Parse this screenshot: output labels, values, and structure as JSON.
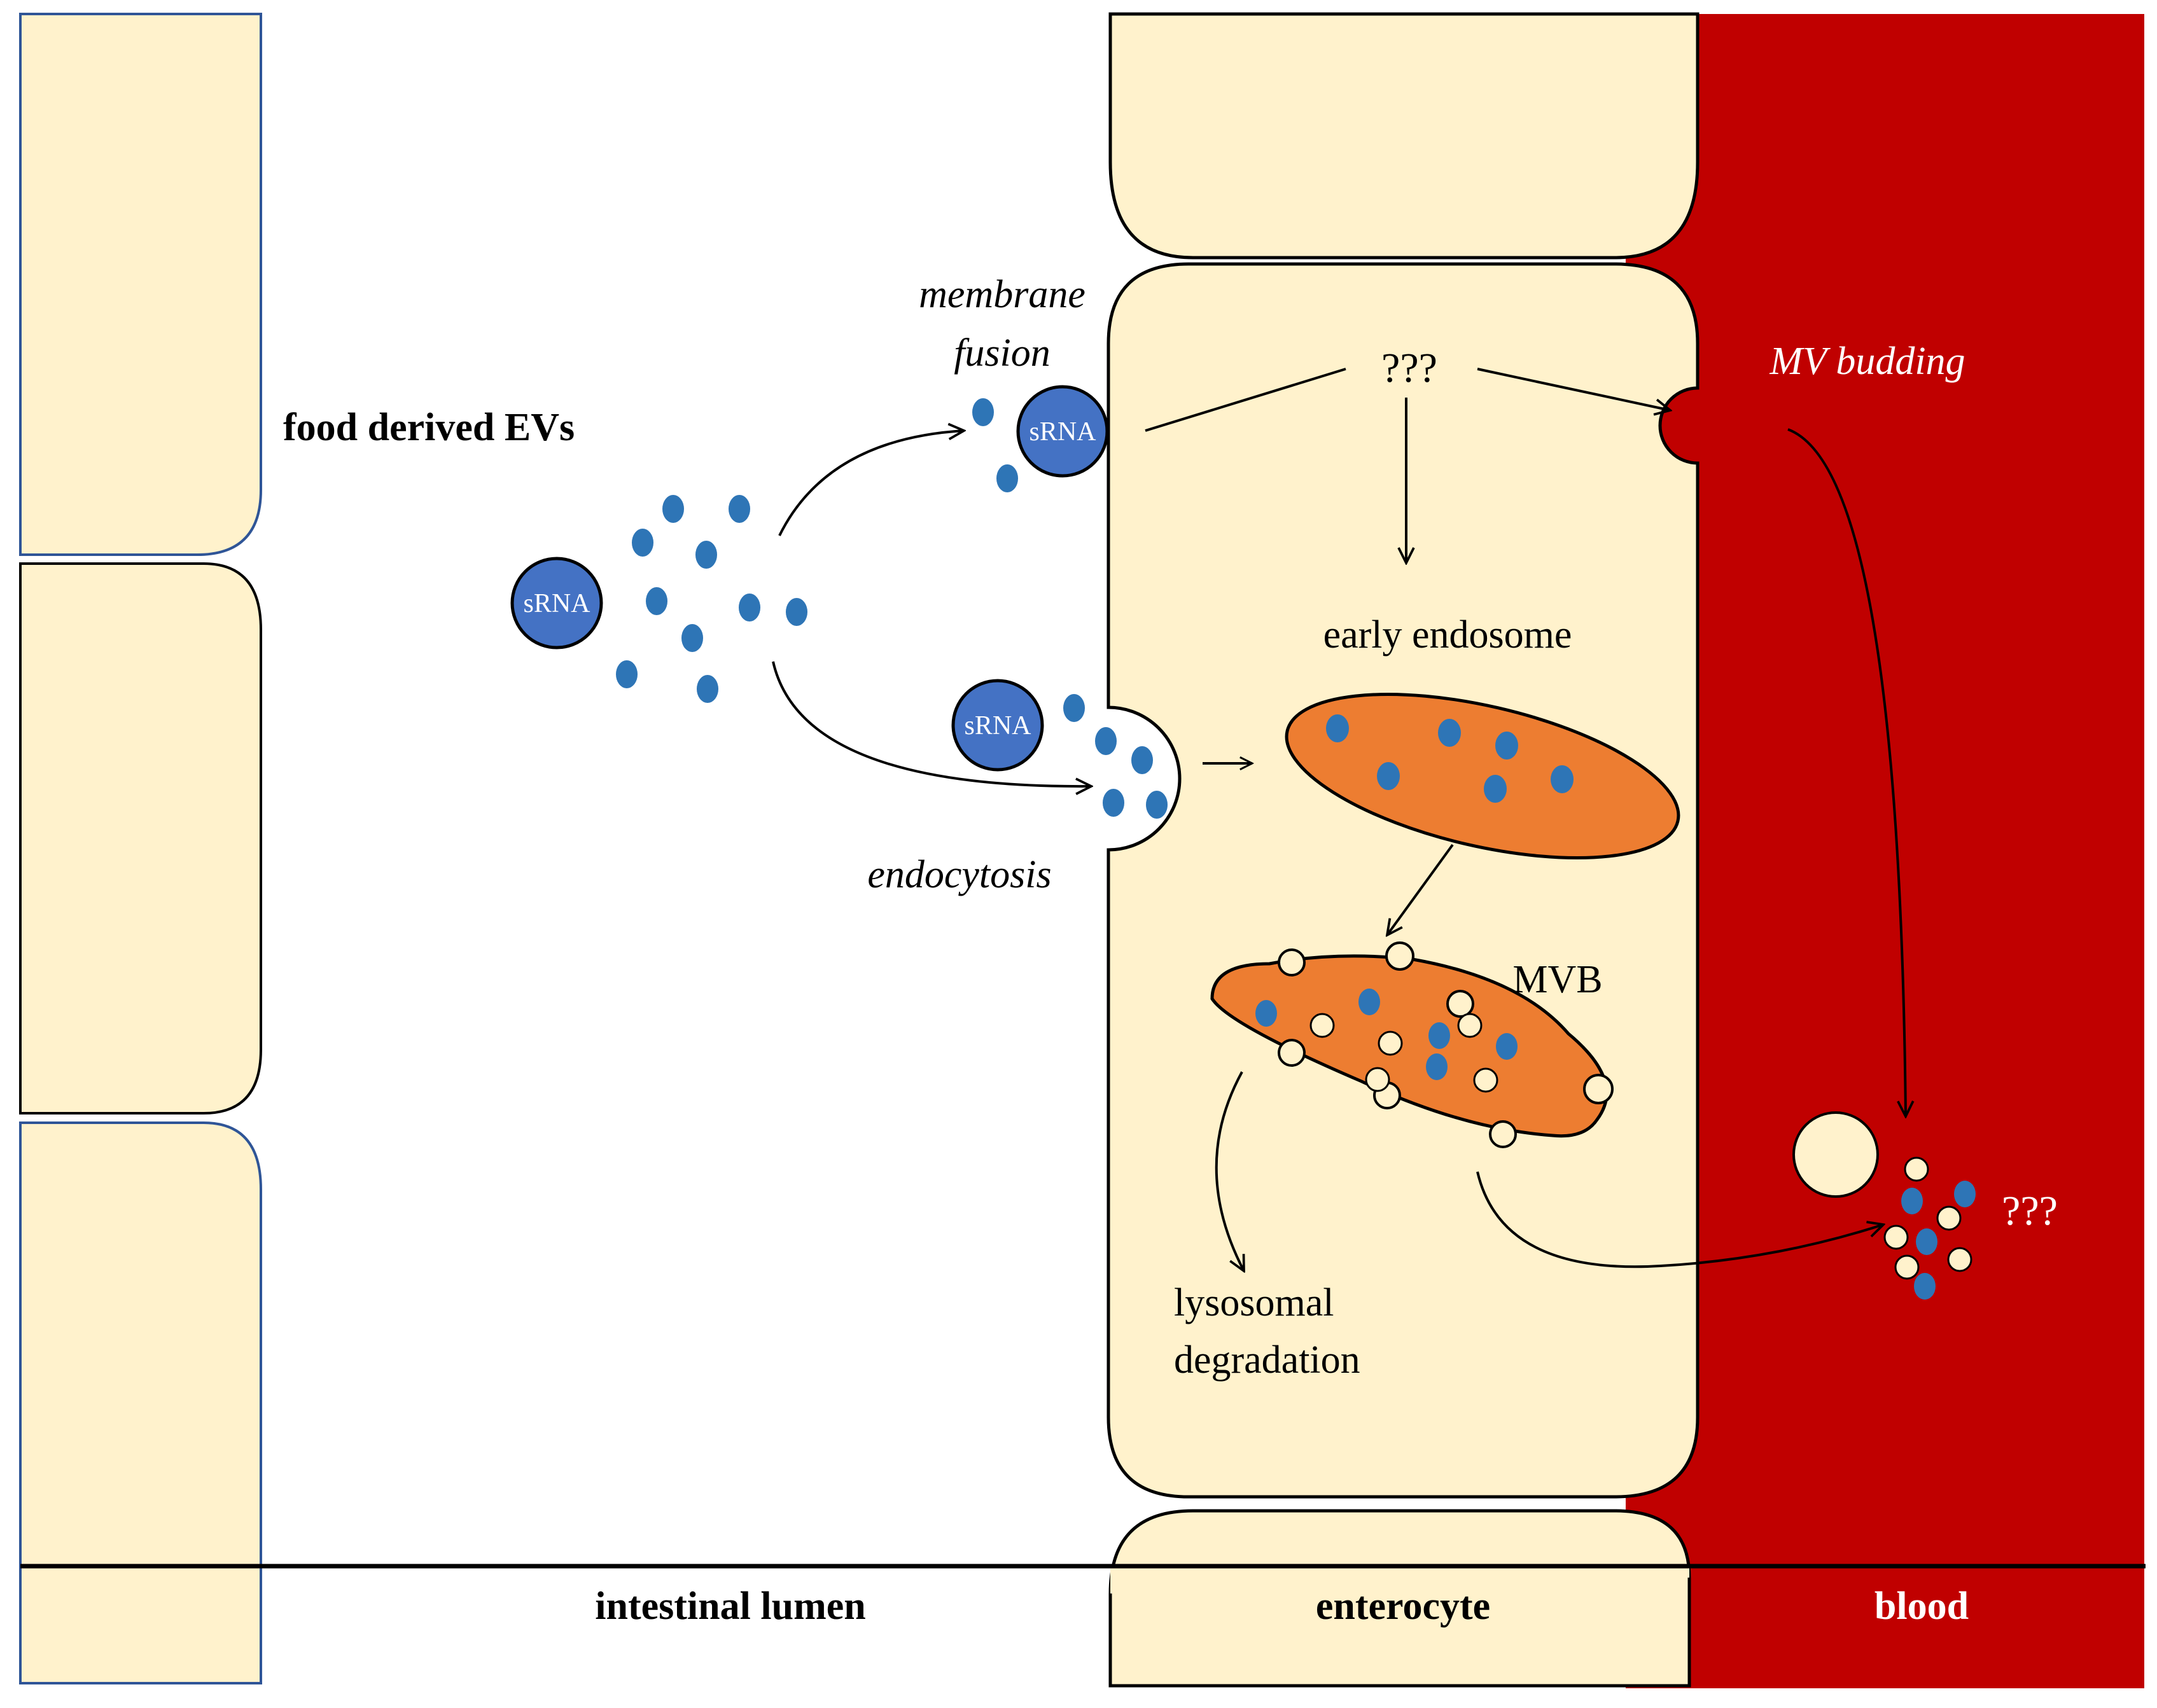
{
  "labels": {
    "food_evs": "food derived EVs",
    "membrane_fusion_line1": "membrane",
    "membrane_fusion_line2": "fusion",
    "endocytosis": "endocytosis",
    "unknown_center": "???",
    "mv_budding": "MV budding",
    "early_endosome": "early endosome",
    "mvb": "MVB",
    "lysosomal_line1": "lysosomal",
    "lysosomal_line2": "degradation",
    "unknown_blood": "???",
    "srna_free": "sRNA",
    "srna_fusion": "sRNA",
    "srna_endocytosis": "sRNA"
  },
  "footer": {
    "lumen": "intestinal lumen",
    "enterocyte": "enterocyte",
    "blood": "blood"
  },
  "colors": {
    "cell_fill": "#fff2cc",
    "blood_red": "#c00000",
    "ev_blue": "#4472c4",
    "dot_blue": "#2e75b6",
    "endosome_orange": "#ed7d31",
    "lumen_cell_border": "#2f5597",
    "white_text": "#ffffff"
  }
}
